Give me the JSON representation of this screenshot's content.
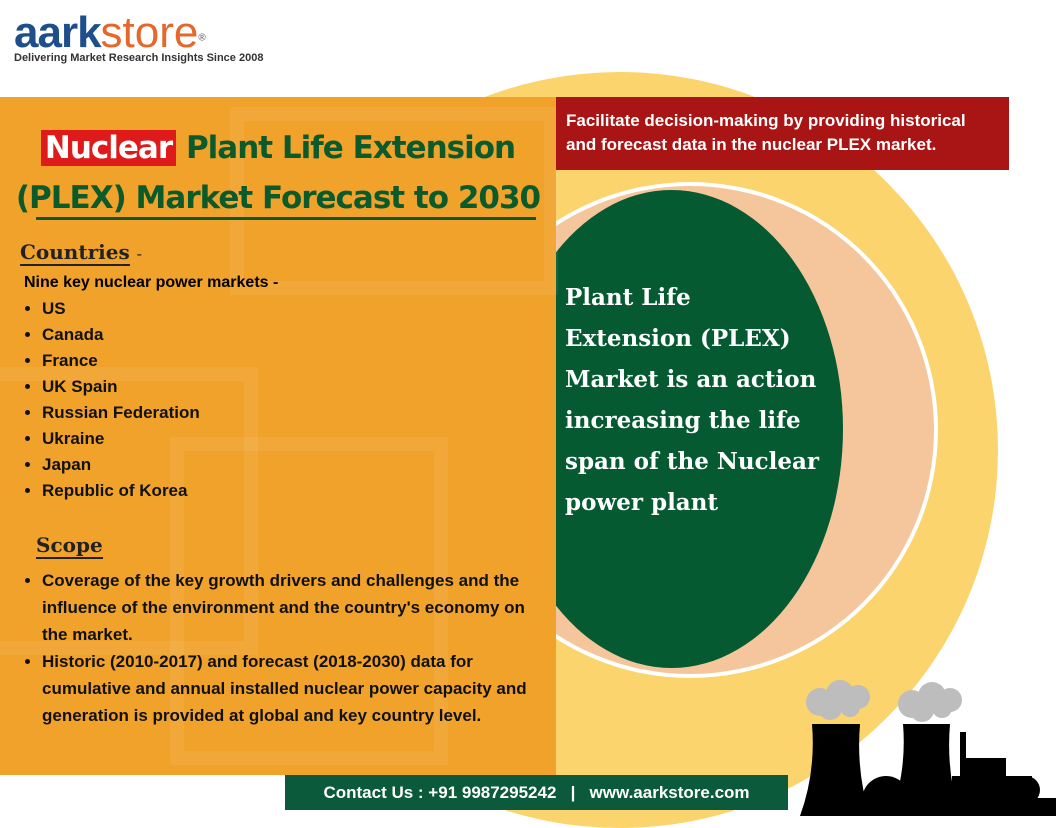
{
  "brand": {
    "name_bold": "aark",
    "name_light": "store",
    "registered": "®",
    "tagline": "Delivering Market Research Insights Since 2008"
  },
  "title": {
    "highlight": "Nuclear",
    "rest_line1": "Plant Life Extension",
    "line2": "(PLEX) Market Forecast to 2030"
  },
  "countries": {
    "heading": "Countries",
    "dash": "-",
    "intro": "Nine key nuclear power markets -",
    "items": [
      "US",
      "Canada",
      "France",
      "UK Spain",
      "Russian Federation",
      "Ukraine",
      "Japan",
      "Republic of Korea"
    ]
  },
  "scope": {
    "heading": "Scope",
    "items": [
      "Coverage of the key growth drivers and challenges  and the influence of the environment and the country's economy on the market.",
      "Historic (2010-2017) and forecast (2018-2030) data for cumulative and annual installed nuclear power capacity and generation is provided at global and key country level."
    ]
  },
  "banner": "Facilitate decision-making by providing historical and forecast data in the nuclear PLEX market.",
  "circle_text": "Plant Life Extension (PLEX) Market is an action increasing the life span of the Nuclear power plant",
  "contact": {
    "label": "Contact Us : +91 9987295242",
    "sep": "|",
    "site": "www.aarkstore.com"
  },
  "colors": {
    "orange": "#f0a22b",
    "green": "#065a32",
    "red": "#a91414",
    "yellow": "#fcd46e",
    "peach": "#f5c59b"
  }
}
